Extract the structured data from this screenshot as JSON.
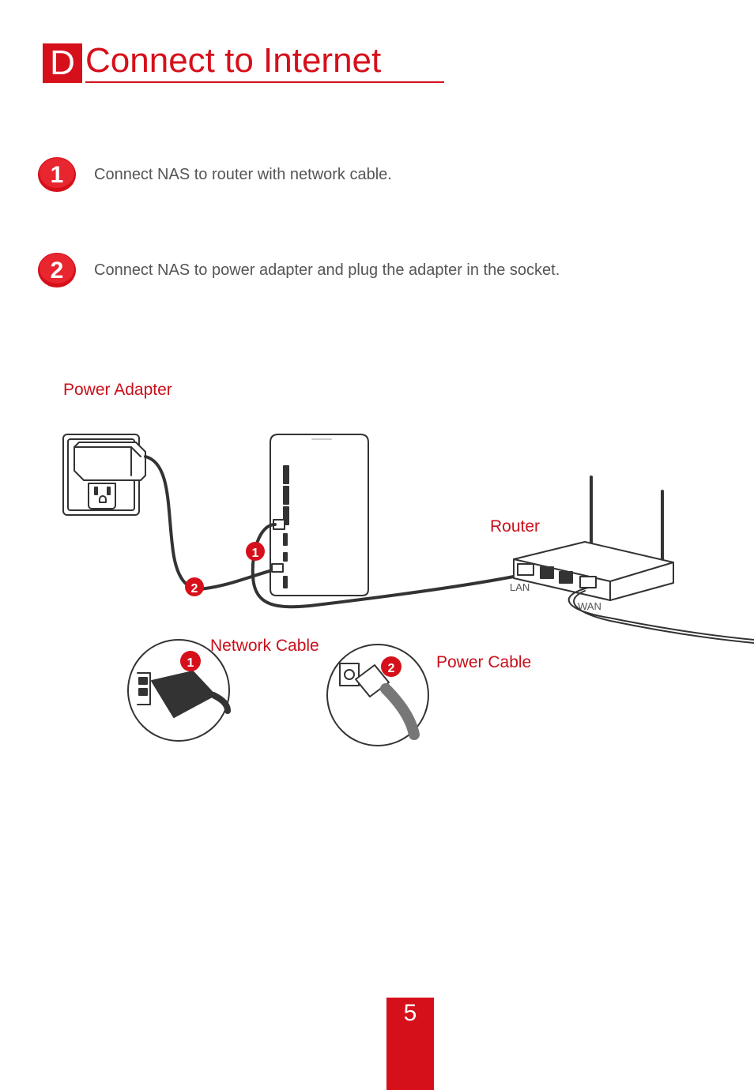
{
  "header": {
    "letter": "D",
    "title": "Connect to Internet"
  },
  "steps": [
    {
      "number": "1",
      "text": "Connect NAS to router with network cable."
    },
    {
      "number": "2",
      "text": "Connect NAS to power adapter and plug the adapter in the socket."
    }
  ],
  "diagram": {
    "power_adapter_label": "Power Adapter",
    "router_label": "Router",
    "lan_label": "LAN",
    "wan_label": "WAN",
    "network_cable_label": "Network Cable",
    "power_cable_label": "Power Cable",
    "marker_1": "1",
    "marker_2": "2"
  },
  "footer": {
    "page_number": "5"
  },
  "colors": {
    "accent": "#d6101b",
    "body_text": "#555555",
    "line_art": "#333333"
  }
}
